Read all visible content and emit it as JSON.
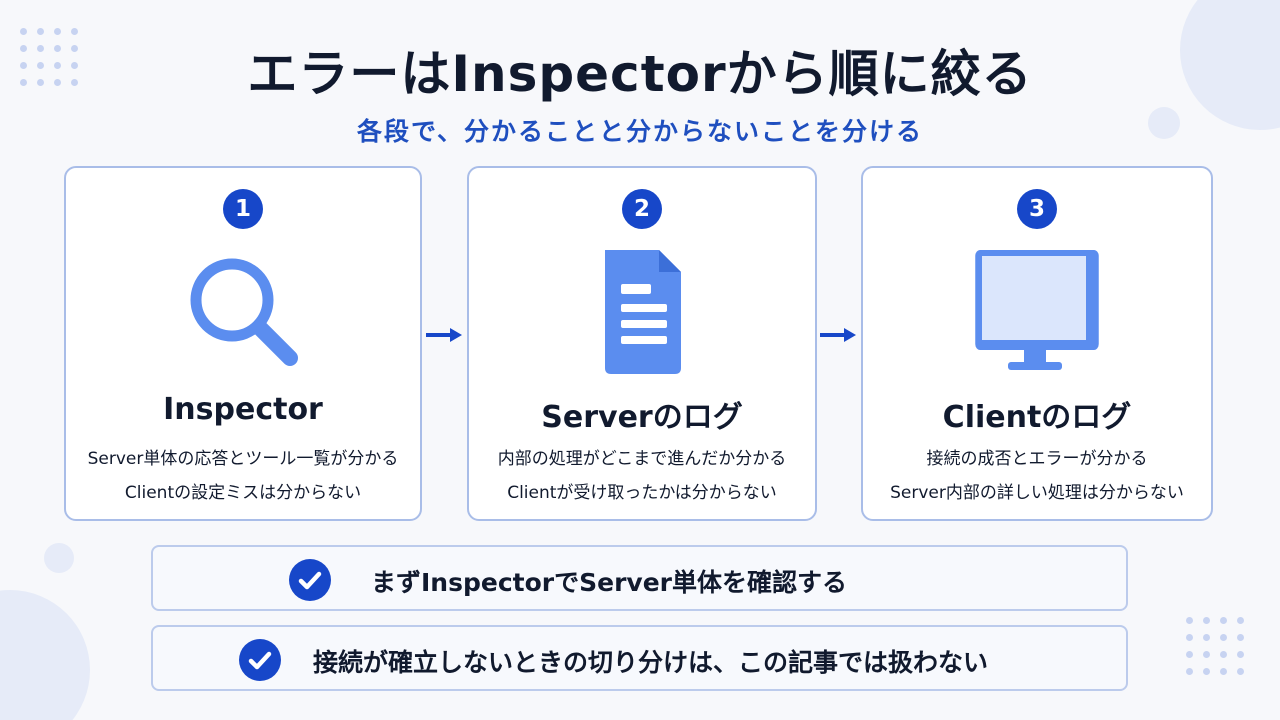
{
  "header": {
    "title": "エラーはInspectorから順に絞る",
    "subtitle": "各段で、分かることと分からないことを分ける"
  },
  "steps": [
    {
      "number": "1",
      "icon": "magnifier-icon",
      "title": "Inspector",
      "line1": "Server単体の応答とツール一覧が分かる",
      "line2": "Clientの設定ミスは分からない"
    },
    {
      "number": "2",
      "icon": "document-icon",
      "title": "Serverのログ",
      "line1": "内部の処理がどこまで進んだか分かる",
      "line2": "Clientが受け取ったかは分からない"
    },
    {
      "number": "3",
      "icon": "monitor-icon",
      "title": "Clientのログ",
      "line1": "接続の成否とエラーが分かる",
      "line2": "Server内部の詳しい処理は分からない"
    }
  ],
  "notes": [
    {
      "icon": "check-circle-icon",
      "text": "まずInspectorでServer単体を確認する"
    },
    {
      "icon": "check-circle-icon",
      "text": "接続が確立しないときの切り分けは、この記事では扱わない"
    }
  ],
  "colors": {
    "accent": "#1747c9",
    "icon_blue": "#5b8def",
    "card_border": "#a9bde8",
    "subtitle": "#1f4fbf"
  }
}
